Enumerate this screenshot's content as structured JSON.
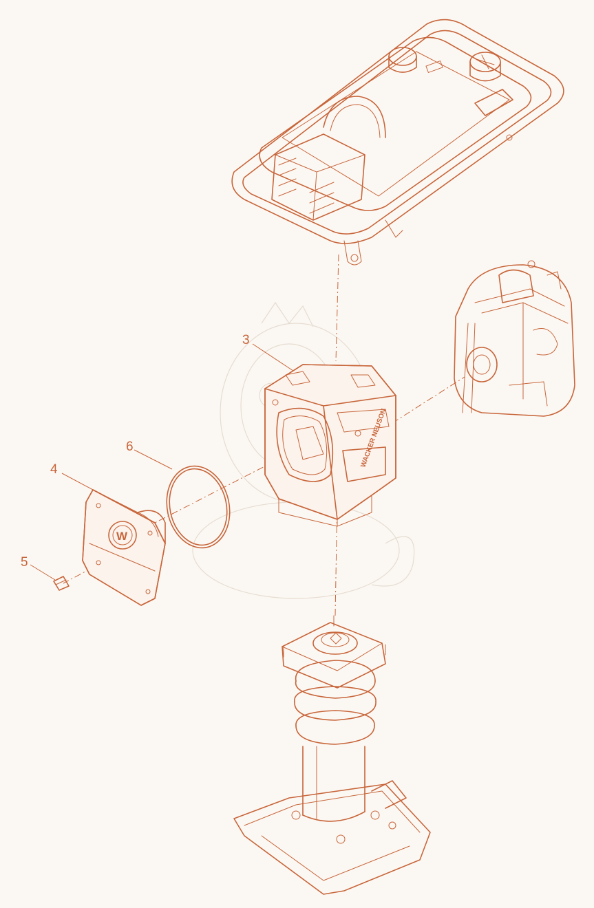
{
  "diagram": {
    "line_color": "#c8653a",
    "background": "#fbf8f3",
    "callouts": [
      {
        "id": "callout-3",
        "label": "3"
      },
      {
        "id": "callout-4",
        "label": "4"
      },
      {
        "id": "callout-5",
        "label": "5"
      },
      {
        "id": "callout-6",
        "label": "6"
      }
    ],
    "parts": [
      {
        "name": "handle-and-fuel-tank-assembly"
      },
      {
        "name": "engine"
      },
      {
        "name": "engine-housing"
      },
      {
        "name": "cover-plate"
      },
      {
        "name": "o-ring"
      },
      {
        "name": "screw"
      },
      {
        "name": "bellows-and-foot-assembly"
      }
    ],
    "logo_text": "WACKER NEUSON"
  }
}
